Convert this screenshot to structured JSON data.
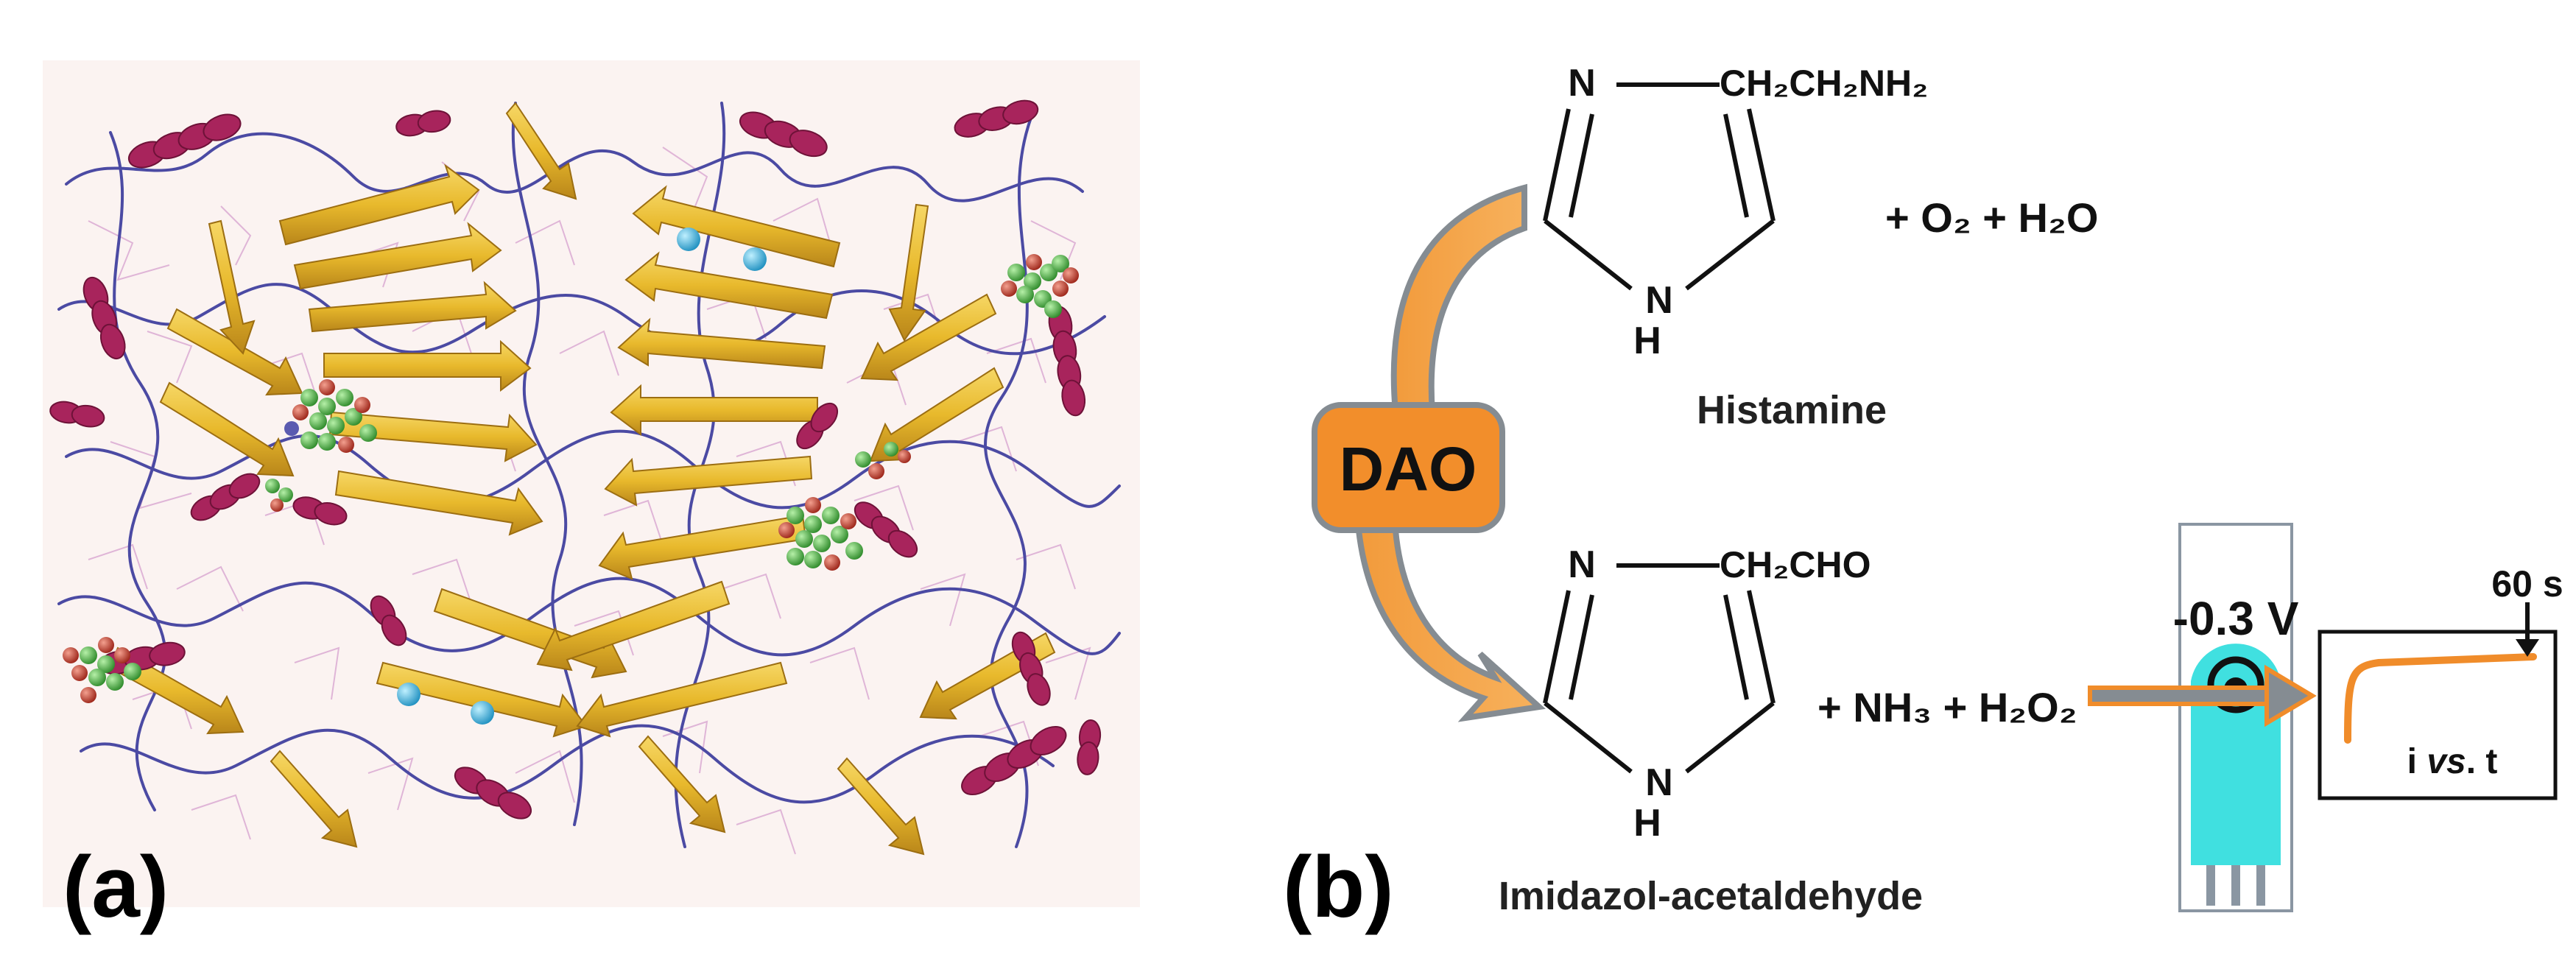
{
  "panel_a": {
    "label": "(a)",
    "colors": {
      "background": "#fbf3f1",
      "helix": "#a8245c",
      "strand": "#e8b92c",
      "coil": "#4b4aa3",
      "line": "#d9a6d1",
      "ligand_green": "#3fae3a",
      "ligand_red": "#c4382c",
      "ion_cyan": "#39b9de"
    }
  },
  "panel_b": {
    "label": "(b)",
    "enzyme_label": "DAO",
    "substrate": {
      "ring_n_top": "N",
      "ring_n_bottom": "N",
      "ring_h": "H",
      "side_chain": "CH₂CH₂NH₂",
      "name": "Histamine"
    },
    "reagents": "+ O₂ + H₂O",
    "product": {
      "ring_n_top": "N",
      "ring_n_bottom": "N",
      "ring_h": "H",
      "side_chain": "CH₂CHO",
      "name": "Imidazol-acetaldehyde"
    },
    "byproducts": "+ NH₃ + H₂O₂",
    "electrode": {
      "potential": "-0.3 V"
    },
    "plot": {
      "time_label": "60 s",
      "caption_i": "i ",
      "caption_vs": "vs",
      "caption_t": ". t"
    },
    "colors": {
      "arrow_orange": "#f7a44a",
      "arrow_grey": "#858c92",
      "enzyme_fill": "#f28e2b",
      "electrode_cyan": "#40e0e0",
      "signal_orange": "#f08c2a"
    }
  }
}
